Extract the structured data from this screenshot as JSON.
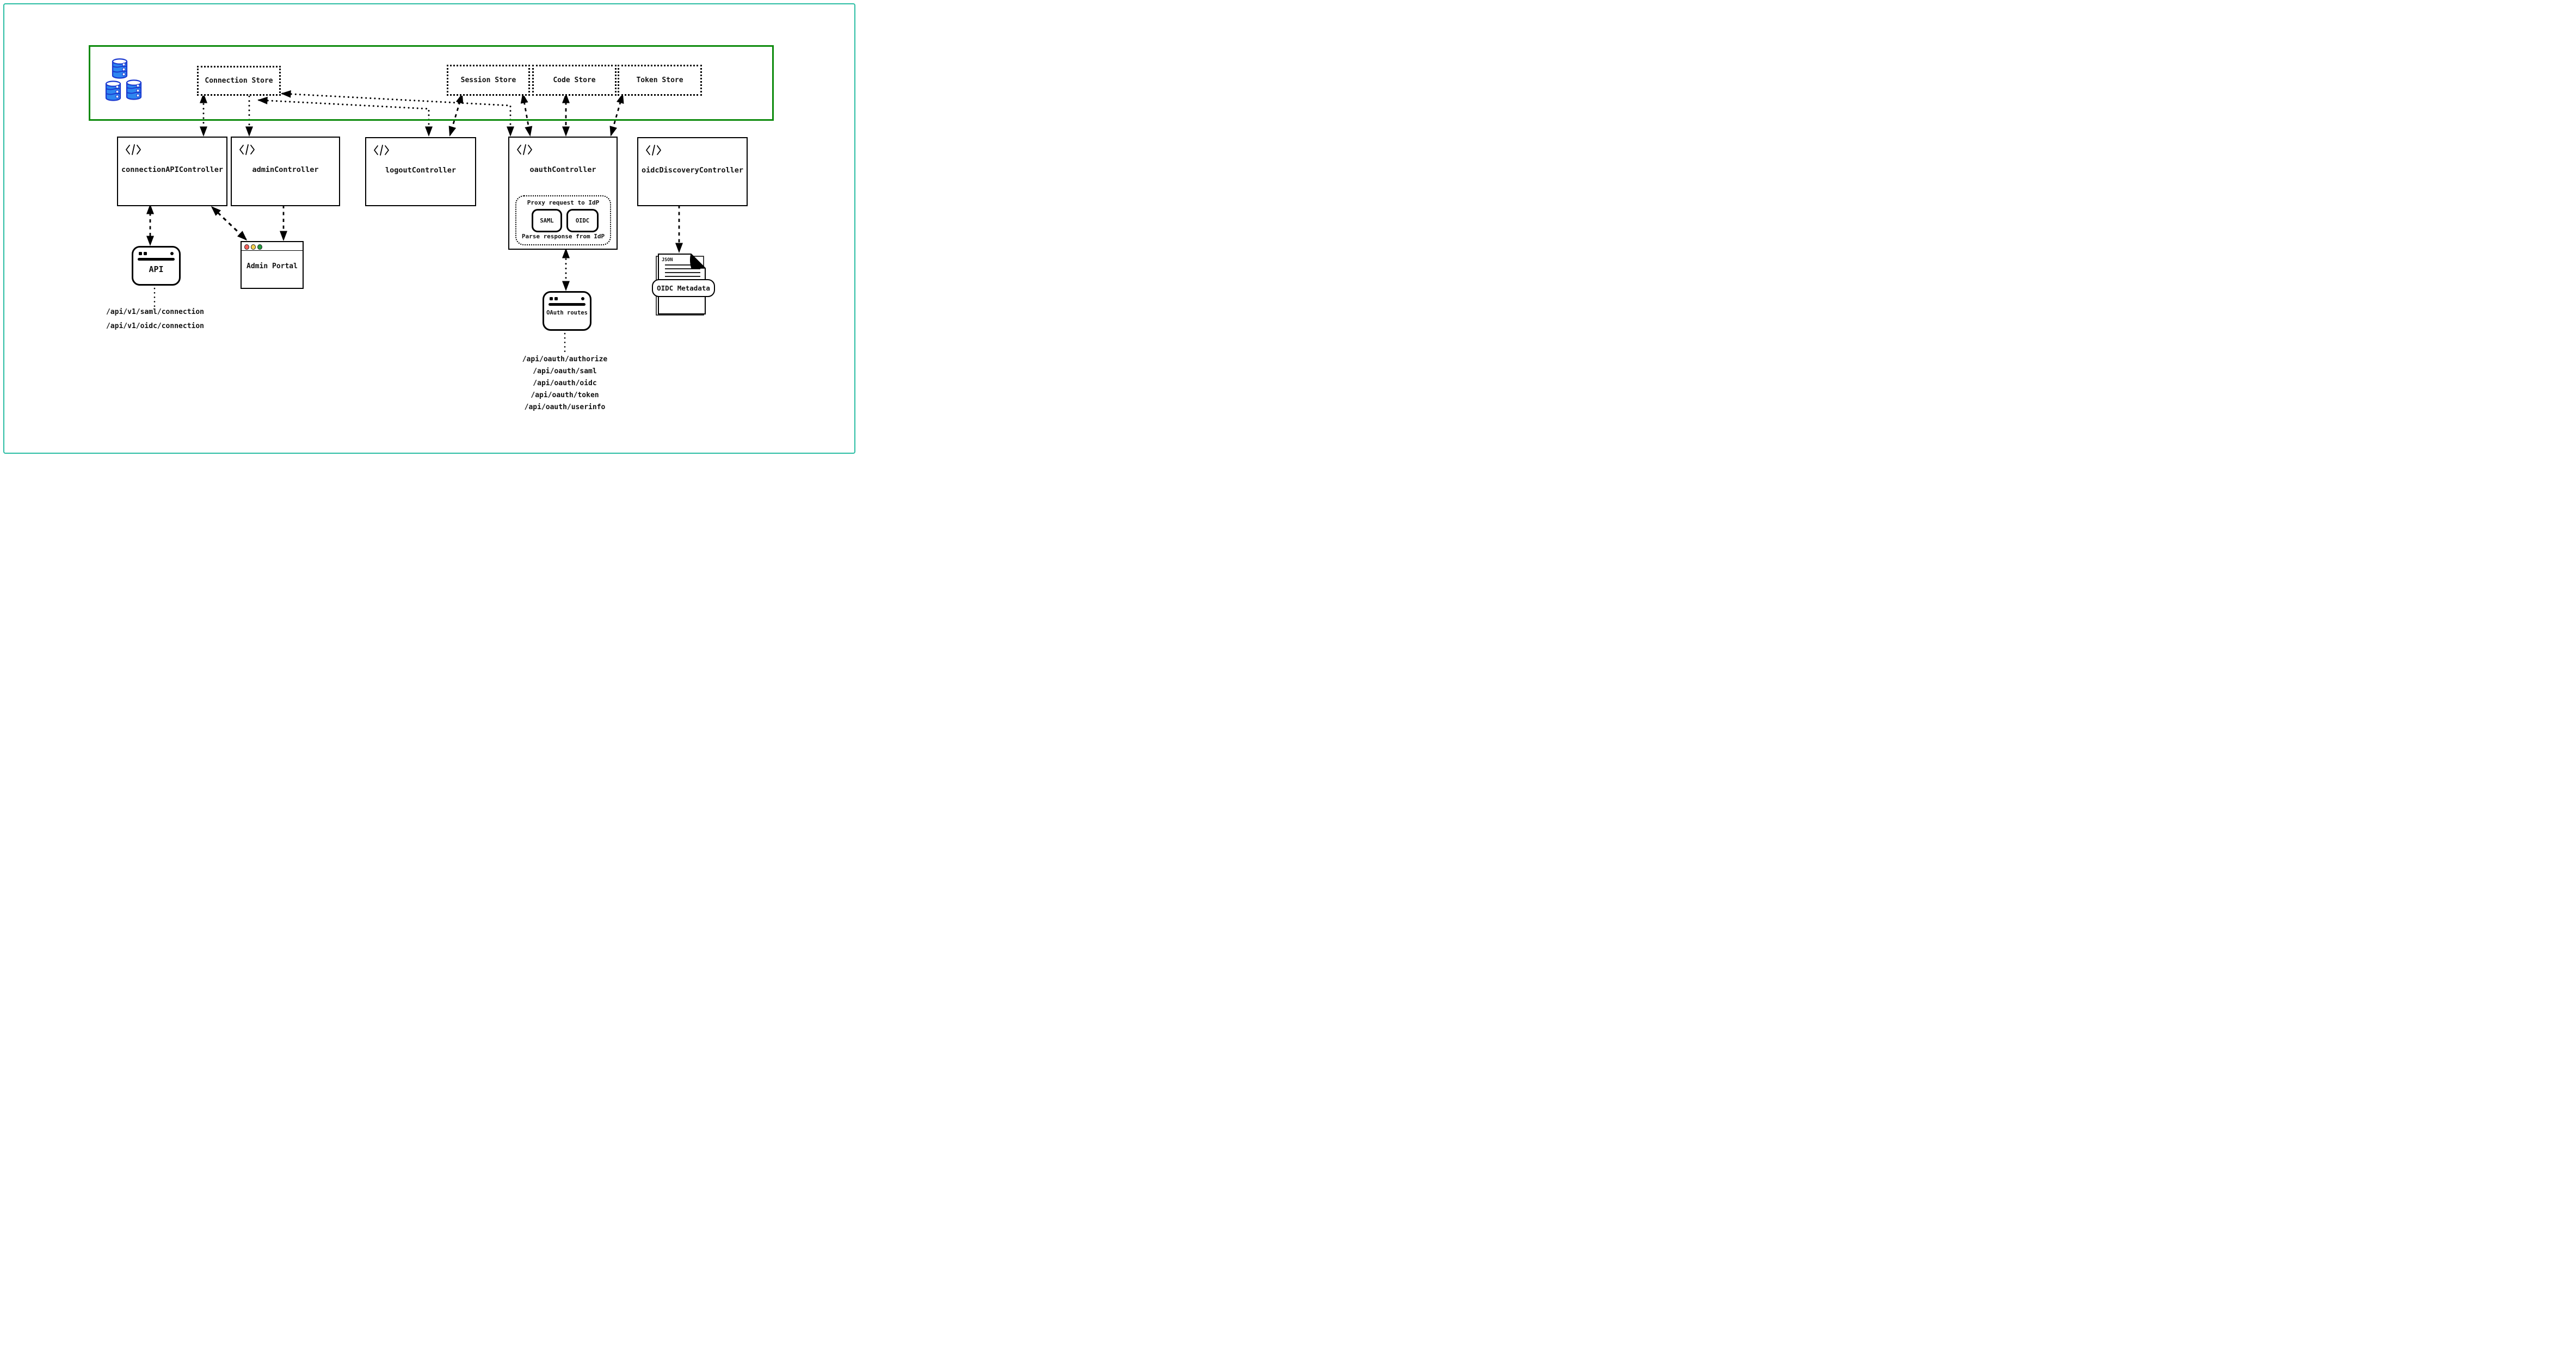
{
  "diagram": {
    "stores": {
      "connection": "Connection Store",
      "session": "Session Store",
      "code": "Code Store",
      "token": "Token Store"
    },
    "controllers": {
      "connection_api": "connectionAPIController",
      "admin": "adminController",
      "logout": "logoutController",
      "oauth": "oauthController",
      "oidc_discovery": "oidcDiscoveryController"
    },
    "oauth_proxy": {
      "request_label": "Proxy request to IdP",
      "response_label": "Parse response from IdP",
      "protocols": [
        "SAML",
        "OIDC"
      ]
    },
    "api_client": {
      "label": "API",
      "endpoints": [
        "/api/v1/saml/connection",
        "/api/v1/oidc/connection"
      ]
    },
    "admin_portal": {
      "label": "Admin Portal"
    },
    "oauth_routes": {
      "label": "OAuth routes",
      "endpoints": [
        "/api/oauth/authorize",
        "/api/oauth/saml",
        "/api/oauth/oidc",
        "/api/oauth/token",
        "/api/oauth/userinfo"
      ]
    },
    "oidc_metadata": {
      "file_label": "JSON",
      "ribbon_label": "OIDC Metadata"
    },
    "colors": {
      "frame_teal": "#2abda3",
      "region_green": "#0c8a0c",
      "db_fill": "#2e86f0",
      "db_stroke": "#1b39cf",
      "traffic_red": "#f4605a",
      "traffic_yellow": "#f6d04d",
      "traffic_green": "#259c3f"
    }
  }
}
